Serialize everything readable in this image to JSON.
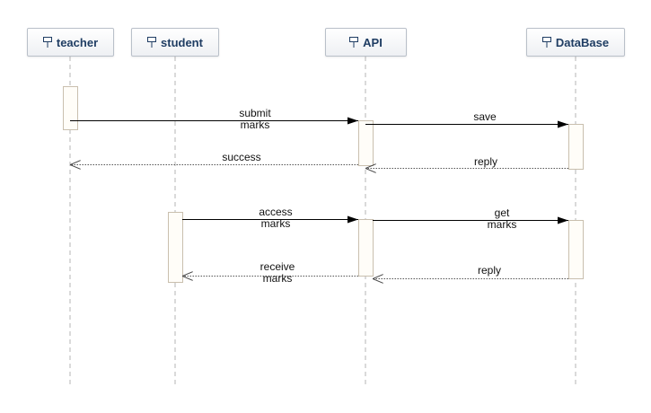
{
  "participants": [
    {
      "id": "teacher",
      "label": "teacher"
    },
    {
      "id": "student",
      "label": "student"
    },
    {
      "id": "api",
      "label": "API"
    },
    {
      "id": "database",
      "label": "DataBase"
    }
  ],
  "messages": [
    {
      "id": "submit-marks",
      "from": "teacher",
      "to": "api",
      "kind": "sync",
      "label": [
        "submit",
        "marks"
      ]
    },
    {
      "id": "save",
      "from": "api",
      "to": "database",
      "kind": "sync",
      "label": [
        "save"
      ]
    },
    {
      "id": "success",
      "from": "api",
      "to": "teacher",
      "kind": "reply",
      "label": [
        "success"
      ]
    },
    {
      "id": "reply-1",
      "from": "database",
      "to": "api",
      "kind": "reply",
      "label": [
        "reply"
      ]
    },
    {
      "id": "access-marks",
      "from": "student",
      "to": "api",
      "kind": "sync",
      "label": [
        "access",
        "marks"
      ]
    },
    {
      "id": "get-marks",
      "from": "api",
      "to": "database",
      "kind": "sync",
      "label": [
        "get",
        "marks"
      ]
    },
    {
      "id": "receive-marks",
      "from": "api",
      "to": "student",
      "kind": "reply",
      "label": [
        "receive",
        "marks"
      ]
    },
    {
      "id": "reply-2",
      "from": "database",
      "to": "api",
      "kind": "reply",
      "label": [
        "reply"
      ]
    }
  ],
  "colors": {
    "header_text": "#1f3d63",
    "header_border": "#b9c0c9",
    "lifeline": "#b5b5b5",
    "activation_border": "#c9bfae",
    "activation_fill": "#fffdf8",
    "arrow": "#000000",
    "reply_arrow": "#555555"
  }
}
